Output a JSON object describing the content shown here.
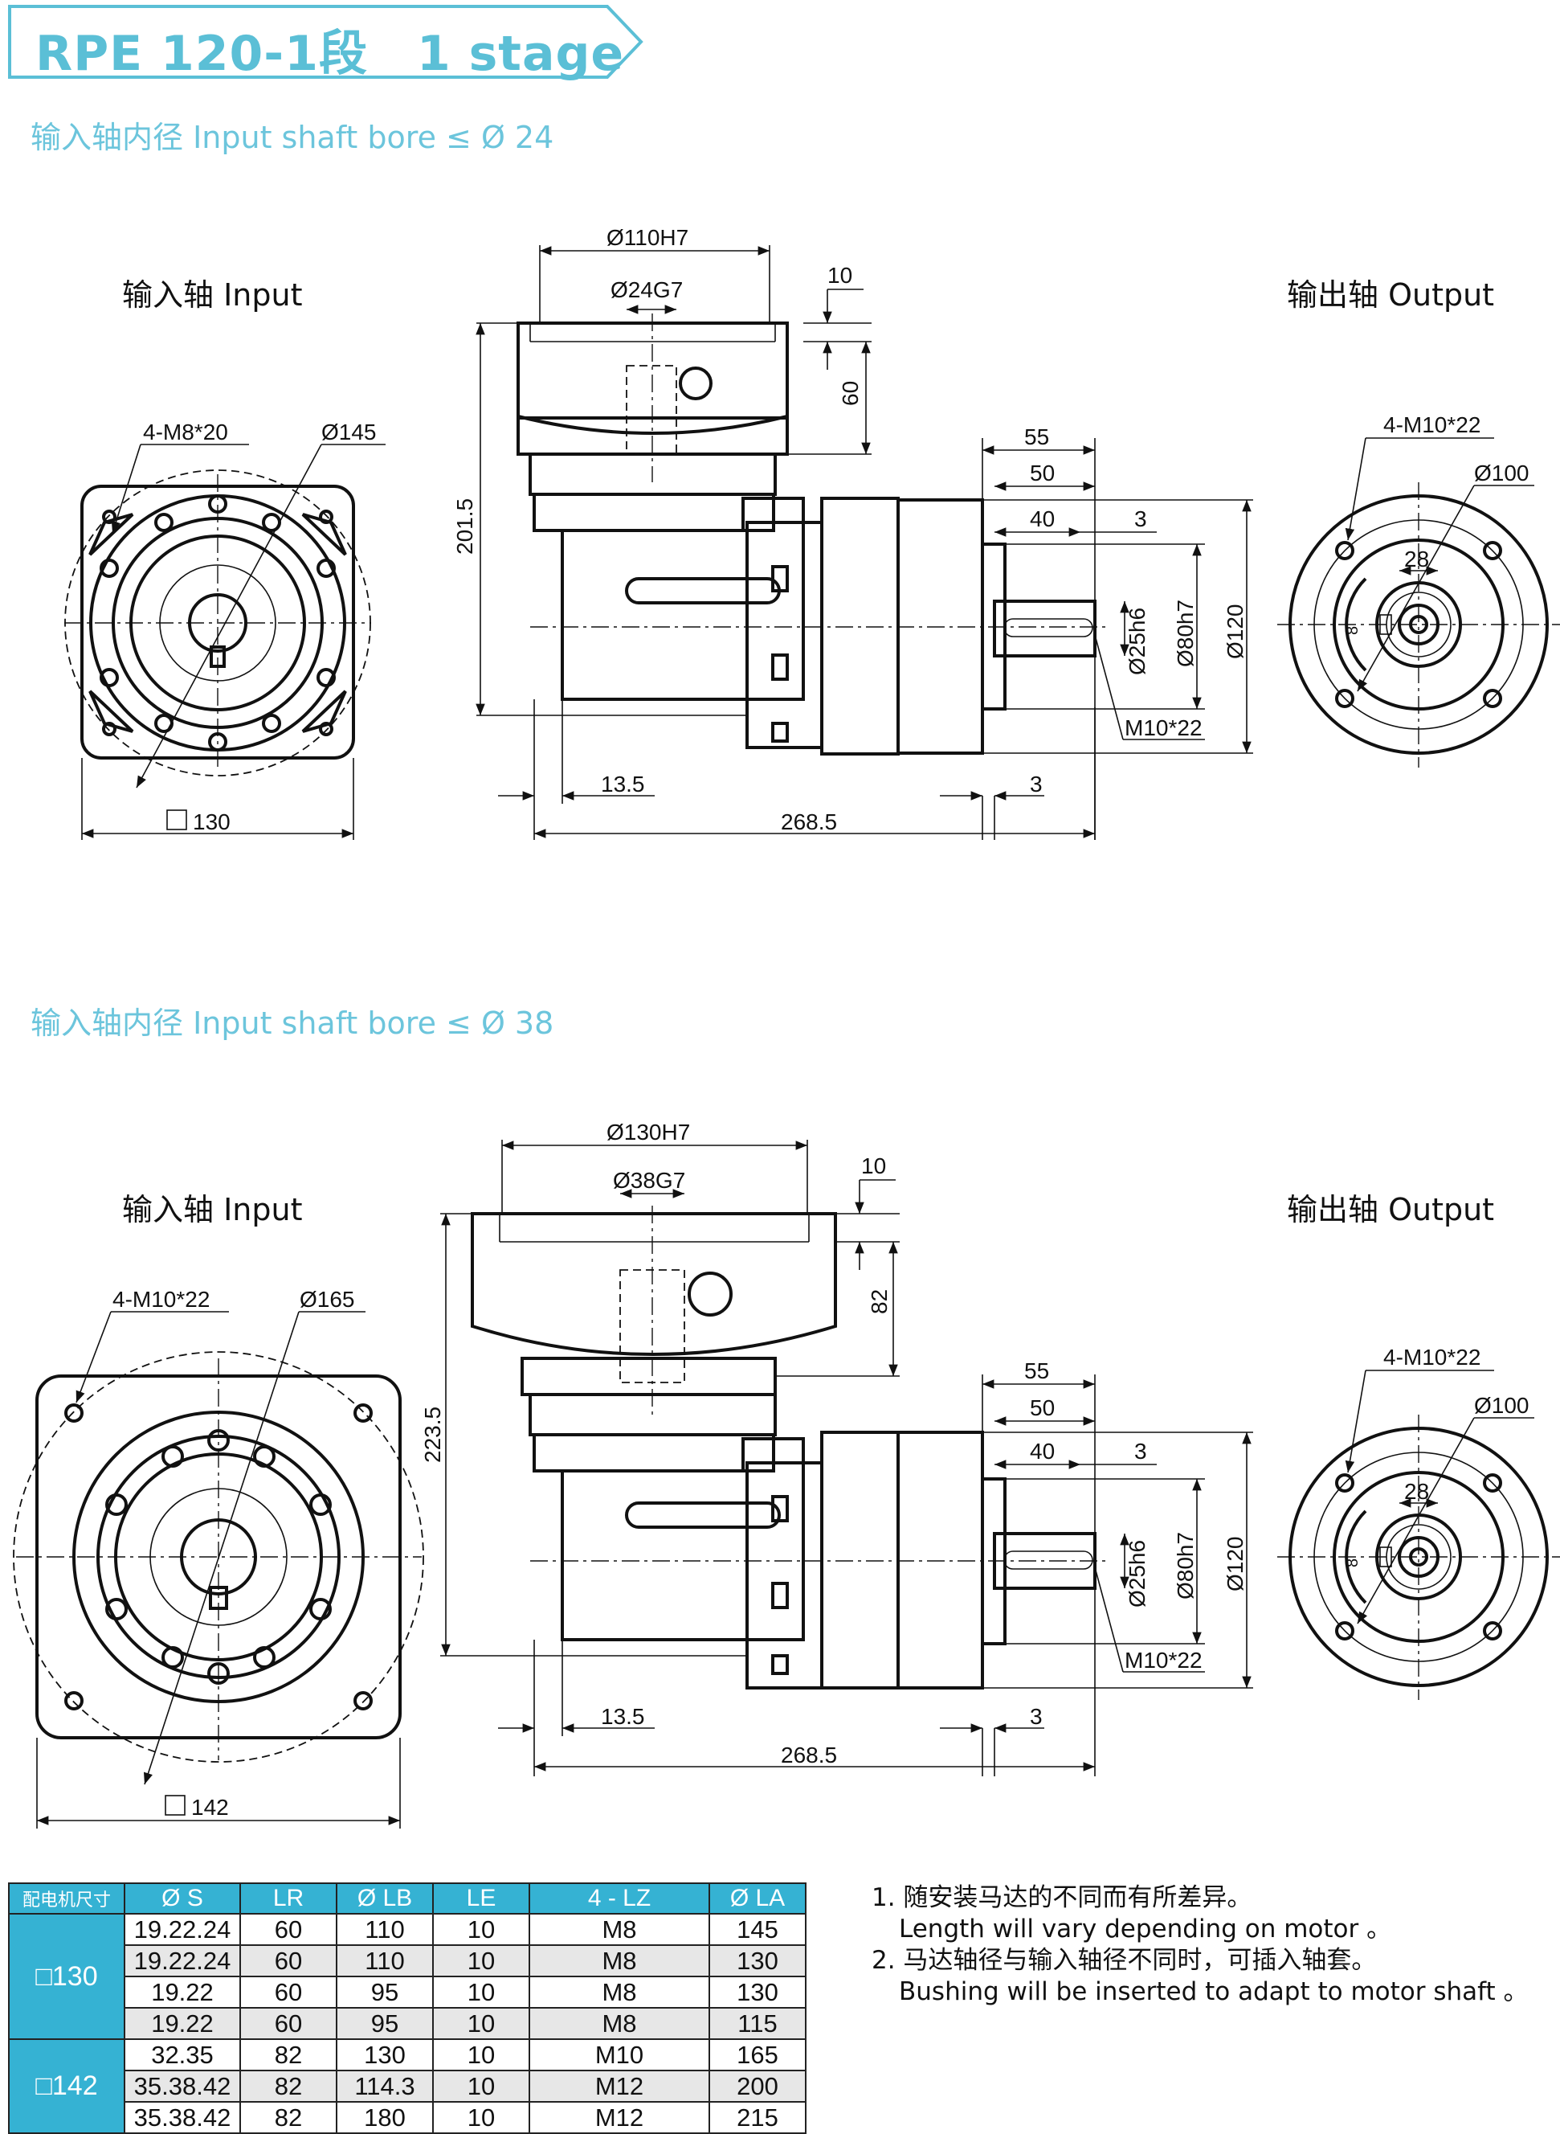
{
  "title": "RPE 120-1段　1 stage",
  "sections": [
    {
      "heading": "输入轴内径 Input shaft bore ≤ Ø 24",
      "input_label": "输入轴  Input",
      "output_label": "输出轴  Output",
      "dims": {
        "housing_bore": "Ø110H7",
        "input_bore": "Ø24G7",
        "flange_depth": "10",
        "bore_depth": "60",
        "height": "201.5",
        "offset": "13.5",
        "total_length": "268.5",
        "shaft_55": "55",
        "shaft_50": "50",
        "shaft_40": "40",
        "shaft_3": "3",
        "shaft_3b": "3",
        "shaft_dia": "Ø25h6",
        "pilot": "Ø80h7",
        "flange": "Ø120",
        "tap": "M10*22",
        "input_holes": "4-M8*20",
        "input_pcd": "Ø145",
        "square": "130",
        "output_holes": "4-M10*22",
        "output_pcd": "Ø100",
        "key_height": "28",
        "key_width": "8"
      }
    },
    {
      "heading": "输入轴内径 Input shaft bore ≤ Ø 38",
      "input_label": "输入轴  Input",
      "output_label": "输出轴  Output",
      "dims": {
        "housing_bore": "Ø130H7",
        "input_bore": "Ø38G7",
        "flange_depth": "10",
        "bore_depth": "82",
        "height": "223.5",
        "offset": "13.5",
        "total_length": "268.5",
        "shaft_55": "55",
        "shaft_50": "50",
        "shaft_40": "40",
        "shaft_3": "3",
        "shaft_3b": "3",
        "shaft_dia": "Ø25h6",
        "pilot": "Ø80h7",
        "flange": "Ø120",
        "tap": "M10*22",
        "input_holes": "4-M10*22",
        "input_pcd": "Ø165",
        "square": "142",
        "output_holes": "4-M10*22",
        "output_pcd": "Ø100",
        "key_height": "28",
        "key_width": "8"
      }
    }
  ],
  "table": {
    "headers": [
      "配电机尺寸",
      "Ø S",
      "LR",
      "Ø LB",
      "LE",
      "4 - LZ",
      "Ø LA"
    ],
    "groups": [
      {
        "label": "□130",
        "rows": [
          [
            "19.22.24",
            "60",
            "110",
            "10",
            "M8",
            "145"
          ],
          [
            "19.22.24",
            "60",
            "110",
            "10",
            "M8",
            "130"
          ],
          [
            "19.22",
            "60",
            "95",
            "10",
            "M8",
            "130"
          ],
          [
            "19.22",
            "60",
            "95",
            "10",
            "M8",
            "115"
          ]
        ]
      },
      {
        "label": "□142",
        "rows": [
          [
            "32.35",
            "82",
            "130",
            "10",
            "M10",
            "165"
          ],
          [
            "35.38.42",
            "82",
            "114.3",
            "10",
            "M12",
            "200"
          ],
          [
            "35.38.42",
            "82",
            "180",
            "10",
            "M12",
            "215"
          ]
        ]
      }
    ]
  },
  "notes": [
    "1. 随安装马达的不同而有所差异。",
    "Length will vary depending on motor 。",
    "2. 马达轴径与输入轴径不同时，可插入轴套。",
    "Bushing will be inserted to adapt to motor shaft 。"
  ],
  "colors": {
    "accent": "#35b2d3",
    "heading": "#6cc5dc"
  }
}
